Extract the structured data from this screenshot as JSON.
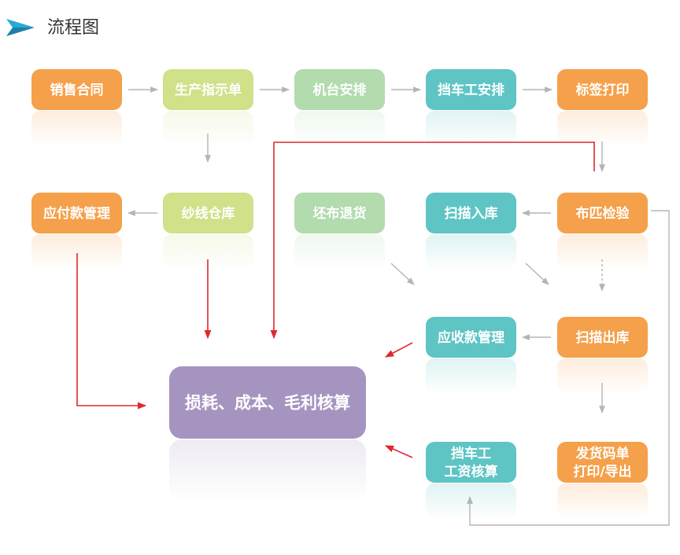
{
  "header": {
    "title": "流程图",
    "icon": "paper-plane-icon",
    "icon_color": "#29a9d6"
  },
  "colors": {
    "orange": "#f5a04a",
    "lime": "#cfe189",
    "mint": "#b2dbae",
    "teal": "#5ec4c4",
    "purple": "#a694c0",
    "gray_arrow": "#b5b5b5",
    "red_arrow": "#e0282e"
  },
  "nodes": [
    {
      "id": "sales-contract",
      "lines": [
        "销售合同"
      ],
      "color": "orange"
    },
    {
      "id": "production-order",
      "lines": [
        "生产指示单"
      ],
      "color": "lime"
    },
    {
      "id": "machine-schedule",
      "lines": [
        "机台安排"
      ],
      "color": "mint"
    },
    {
      "id": "worker-schedule",
      "lines": [
        "挡车工安排"
      ],
      "color": "teal"
    },
    {
      "id": "label-print",
      "lines": [
        "标签打印"
      ],
      "color": "orange"
    },
    {
      "id": "payables",
      "lines": [
        "应付款管理"
      ],
      "color": "orange"
    },
    {
      "id": "yarn-warehouse",
      "lines": [
        "纱线仓库"
      ],
      "color": "lime"
    },
    {
      "id": "greige-return",
      "lines": [
        "坯布退货"
      ],
      "color": "mint"
    },
    {
      "id": "scan-in",
      "lines": [
        "扫描入库"
      ],
      "color": "teal"
    },
    {
      "id": "fabric-inspection",
      "lines": [
        "布匹检验"
      ],
      "color": "orange"
    },
    {
      "id": "receivables",
      "lines": [
        "应收款管理"
      ],
      "color": "teal"
    },
    {
      "id": "scan-out",
      "lines": [
        "扫描出库"
      ],
      "color": "orange"
    },
    {
      "id": "cost-accounting",
      "lines": [
        "损耗、成本、毛利核算"
      ],
      "color": "purple"
    },
    {
      "id": "worker-wage",
      "lines": [
        "挡车工",
        "工资核算"
      ],
      "color": "teal"
    },
    {
      "id": "shipping-print",
      "lines": [
        "发货码单",
        "打印/导出"
      ],
      "color": "orange"
    }
  ]
}
